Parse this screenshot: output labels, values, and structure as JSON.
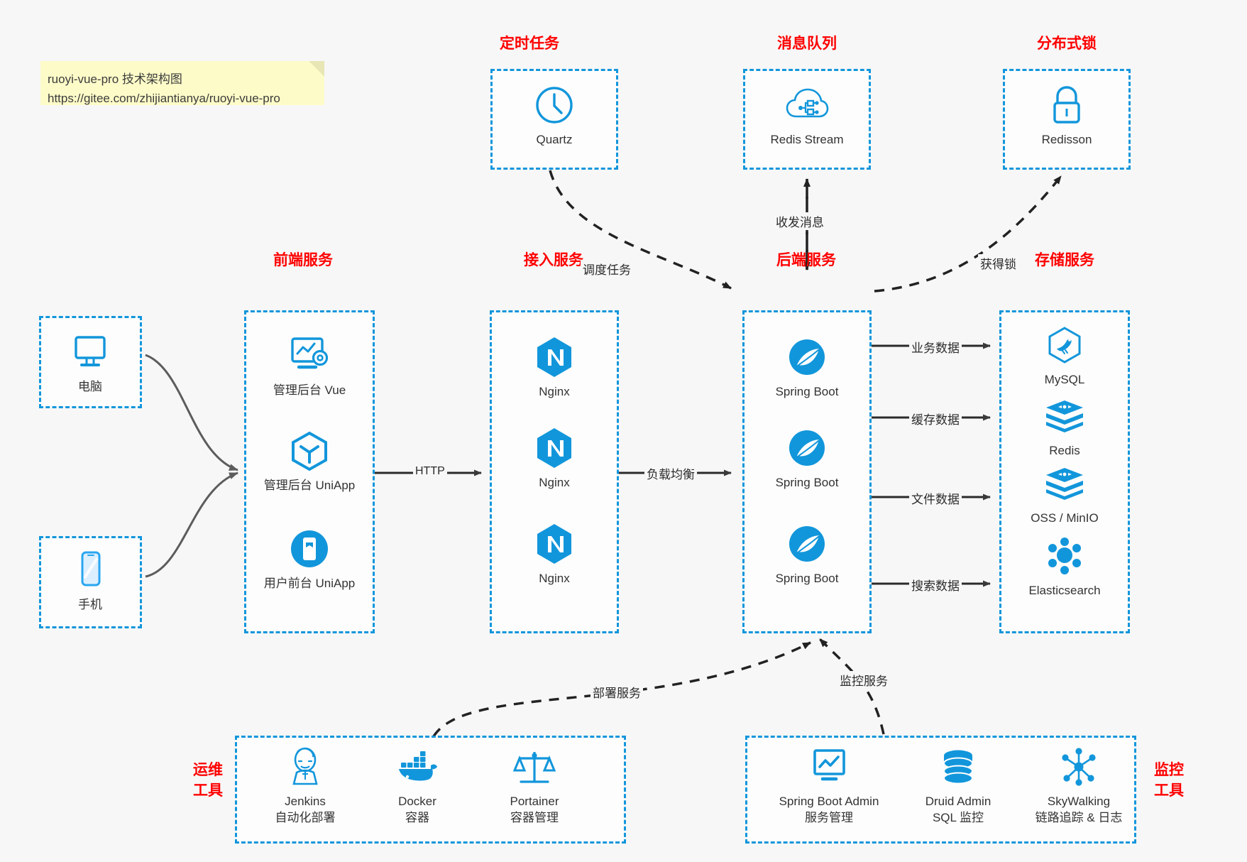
{
  "note": {
    "line1": "ruoyi-vue-pro 技术架构图",
    "line2": "https://gitee.com/zhijiantianya/ruoyi-vue-pro"
  },
  "colors": {
    "accent": "#1296db",
    "group_title": "#ff0000",
    "background": "#f7f7f7",
    "edge": "#4a4a4a",
    "note_bg": "#fdfbc8"
  },
  "groups": {
    "scheduler": {
      "title": "定时任务",
      "items": [
        {
          "icon": "clock-icon",
          "label": "Quartz"
        }
      ]
    },
    "mq": {
      "title": "消息队列",
      "items": [
        {
          "icon": "cloud-stream-icon",
          "label": "Redis Stream"
        }
      ]
    },
    "lock": {
      "title": "分布式锁",
      "items": [
        {
          "icon": "lock-icon",
          "label": "Redisson"
        }
      ]
    },
    "devices": {
      "items": [
        {
          "icon": "monitor-icon",
          "label": "电脑"
        },
        {
          "icon": "phone-icon",
          "label": "手机"
        }
      ]
    },
    "frontend": {
      "title": "前端服务",
      "items": [
        {
          "icon": "dashboard-icon",
          "label": "管理后台 Vue"
        },
        {
          "icon": "cube-icon",
          "label": "管理后台 UniApp"
        },
        {
          "icon": "mobile-app-icon",
          "label": "用户前台 UniApp"
        }
      ]
    },
    "gateway": {
      "title": "接入服务",
      "items": [
        {
          "icon": "nginx-icon",
          "label": "Nginx"
        },
        {
          "icon": "nginx-icon",
          "label": "Nginx"
        },
        {
          "icon": "nginx-icon",
          "label": "Nginx"
        }
      ]
    },
    "backend": {
      "title": "后端服务",
      "items": [
        {
          "icon": "spring-boot-icon",
          "label": "Spring Boot"
        },
        {
          "icon": "spring-boot-icon",
          "label": "Spring Boot"
        },
        {
          "icon": "spring-boot-icon",
          "label": "Spring Boot"
        }
      ]
    },
    "storage": {
      "title": "存储服务",
      "items": [
        {
          "icon": "mysql-icon",
          "label": "MySQL"
        },
        {
          "icon": "redis-icon",
          "label": "Redis"
        },
        {
          "icon": "oss-icon",
          "label": "OSS / MinIO"
        },
        {
          "icon": "elasticsearch-icon",
          "label": "Elasticsearch"
        }
      ]
    },
    "devops": {
      "title_line1": "运维",
      "title_line2": "工具",
      "items": [
        {
          "icon": "jenkins-icon",
          "label": "Jenkins",
          "sub": "自动化部署"
        },
        {
          "icon": "docker-icon",
          "label": "Docker",
          "sub": "容器"
        },
        {
          "icon": "portainer-icon",
          "label": "Portainer",
          "sub": "容器管理"
        }
      ]
    },
    "monitor": {
      "title_line1": "监控",
      "title_line2": "工具",
      "items": [
        {
          "icon": "dashboard-monitor-icon",
          "label": "Spring Boot Admin",
          "sub": "服务管理"
        },
        {
          "icon": "database-icon",
          "label": "Druid Admin",
          "sub": "SQL 监控"
        },
        {
          "icon": "skywalking-icon",
          "label": "SkyWalking",
          "sub": "链路追踪 & 日志"
        }
      ]
    }
  },
  "edges": {
    "http": "HTTP",
    "load_balance": "负载均衡",
    "schedule_task": "调度任务",
    "send_receive_message": "收发消息",
    "acquire_lock": "获得锁",
    "business_data": "业务数据",
    "cache_data": "缓存数据",
    "file_data": "文件数据",
    "search_data": "搜索数据",
    "deploy_service": "部署服务",
    "monitor_service": "监控服务"
  }
}
